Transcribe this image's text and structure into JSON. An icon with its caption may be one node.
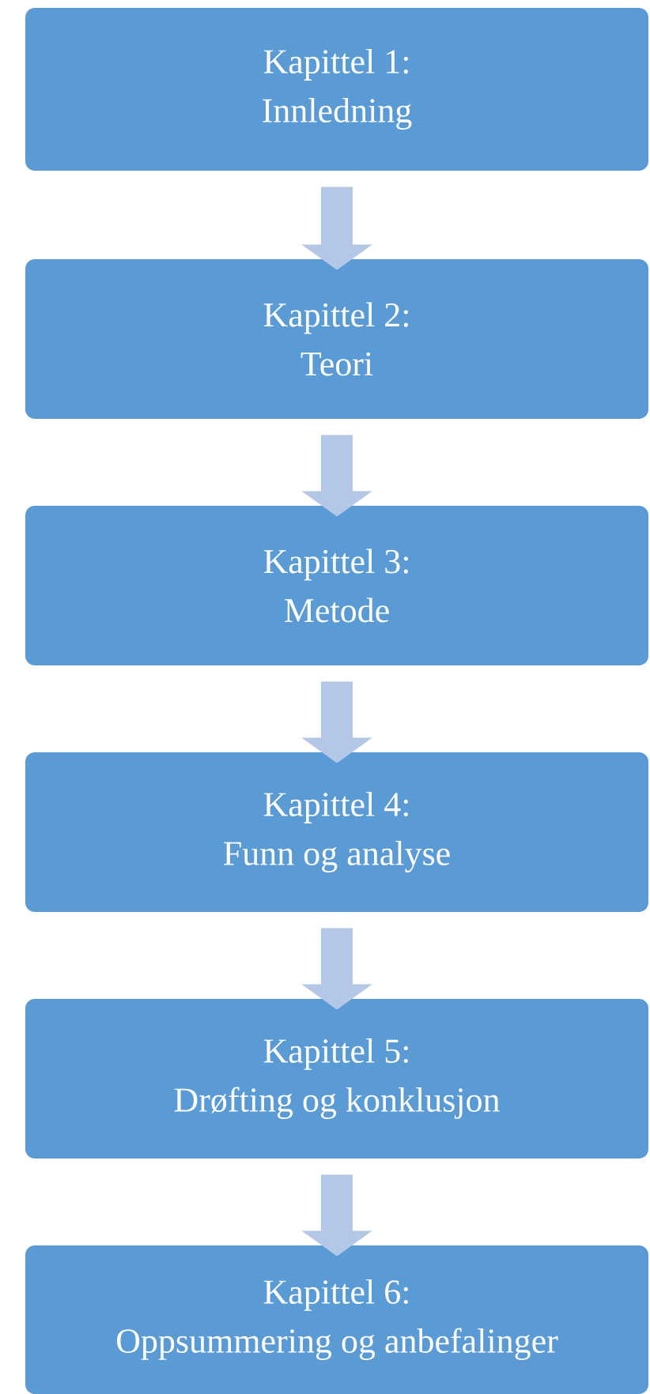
{
  "diagram": {
    "nodes": [
      {
        "text": [
          "Kapittel 1:",
          "Innledning"
        ]
      },
      {
        "text": [
          "Kapittel 2:",
          "Teori"
        ]
      },
      {
        "text": [
          "Kapittel 3:",
          "Metode"
        ]
      },
      {
        "text": [
          "Kapittel 4:",
          "Funn og analyse"
        ]
      },
      {
        "text": [
          "Kapittel 5:",
          "Drøfting og konklusjon"
        ]
      },
      {
        "text": [
          "Kapittel 6:",
          "Oppsummering og anbefalinger"
        ]
      }
    ],
    "edges": [
      {
        "from": 0,
        "to": 1,
        "arrow": "to"
      },
      {
        "from": 1,
        "to": 2,
        "arrow": "to"
      },
      {
        "from": 2,
        "to": 3,
        "arrow": "to"
      },
      {
        "from": 3,
        "to": 4,
        "arrow": "to"
      },
      {
        "from": 4,
        "to": 5,
        "arrow": "to"
      }
    ]
  }
}
